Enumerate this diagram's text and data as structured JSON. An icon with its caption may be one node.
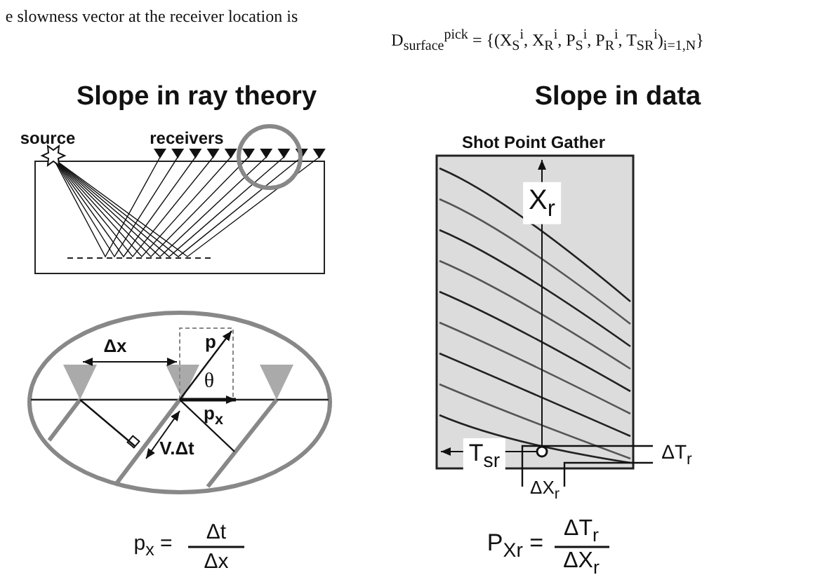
{
  "diagram": {
    "labels": [
      "e slowness vector at the receiver location is",
      "D$_{surface}$$^{pick}$ = {(X$_{S}$$^{i}$, X$_{R}$$^{i}$, P$_{S}$$^{i}$, P$_{R}$$^{i}$, T$_{SR}$$^{i}$)$_{i=1,N}$}",
      "Slope in ray theory",
      "Slope in data",
      "source",
      "receivers",
      "Shot Point Gather",
      "X$_{r}$",
      "Δx",
      "p",
      "θ",
      "T$_{sr}$",
      "ΔT$_{r}$",
      "p$_{x}$",
      "V.Δt",
      "ΔX$_{r}$",
      "p$_{x}$ =",
      "Δt",
      "Δx",
      "P$_{Xr}$ =",
      "ΔT$_{r}$",
      "ΔX$_{r}$"
    ]
  }
}
